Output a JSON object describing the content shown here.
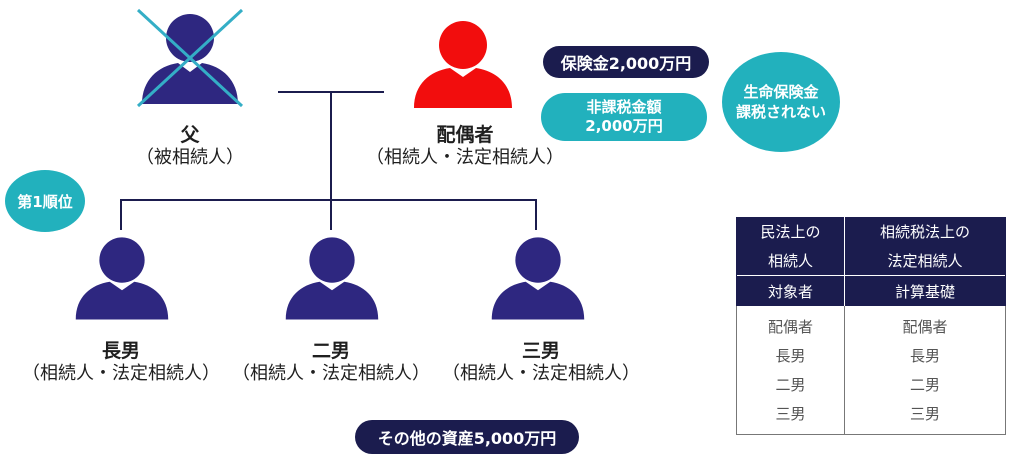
{
  "colors": {
    "navy": "#1b1c4e",
    "person": "#2e2780",
    "spouse": "#f20d0d",
    "teal": "#22b1bd",
    "cross": "#34aec6"
  },
  "father": {
    "name": "父",
    "role": "（被相続人）",
    "icon": "person-icon-crossed"
  },
  "spouse": {
    "name": "配偶者",
    "role": "（相続人・法定相続人）",
    "icon": "person-icon"
  },
  "children": [
    {
      "name": "長男",
      "role": "（相続人・法定相続人）"
    },
    {
      "name": "二男",
      "role": "（相続人・法定相続人）"
    },
    {
      "name": "三男",
      "role": "（相続人・法定相続人）"
    }
  ],
  "badges": {
    "insurance": "保険金2,000万円",
    "exempt_line1": "非課税金額",
    "exempt_line2": "2,000万円",
    "not_taxed_line1": "生命保険金",
    "not_taxed_line2": "課税されない",
    "priority": "第1順位",
    "other_assets": "その他の資産5,000万円"
  },
  "table": {
    "col1_header_line1": "民法上の",
    "col1_header_line2": "相続人",
    "col2_header_line1": "相続税法上の",
    "col2_header_line2": "法定相続人",
    "col1_sub": "対象者",
    "col2_sub": "計算基礎",
    "rows": [
      [
        "配偶者",
        "配偶者"
      ],
      [
        "長男",
        "長男"
      ],
      [
        "二男",
        "二男"
      ],
      [
        "三男",
        "三男"
      ]
    ]
  }
}
